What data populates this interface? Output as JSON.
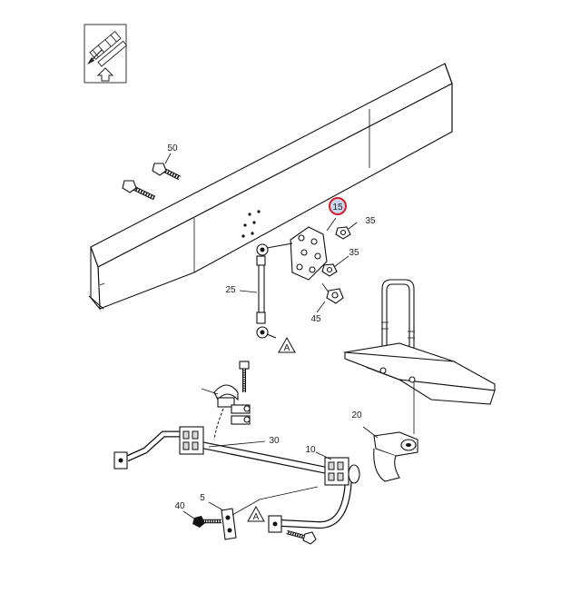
{
  "diagram": {
    "callouts": [
      {
        "id": "c50",
        "text": "50"
      },
      {
        "id": "c15",
        "text": "15",
        "highlighted": true
      },
      {
        "id": "c35a",
        "text": "35"
      },
      {
        "id": "c35b",
        "text": "35"
      },
      {
        "id": "c25",
        "text": "25"
      },
      {
        "id": "c45",
        "text": "45"
      },
      {
        "id": "c20",
        "text": "20"
      },
      {
        "id": "c30",
        "text": "30"
      },
      {
        "id": "c10",
        "text": "10"
      },
      {
        "id": "c5",
        "text": "5"
      },
      {
        "id": "c40",
        "text": "40"
      }
    ],
    "markers": [
      {
        "id": "mA1",
        "text": "A"
      },
      {
        "id": "mA2",
        "text": "A"
      }
    ],
    "highlight_color": "#d0202a",
    "highlight_fill": "#c9d6ee",
    "icons": [
      "orientation-icon",
      "front-arrow-icon"
    ]
  }
}
